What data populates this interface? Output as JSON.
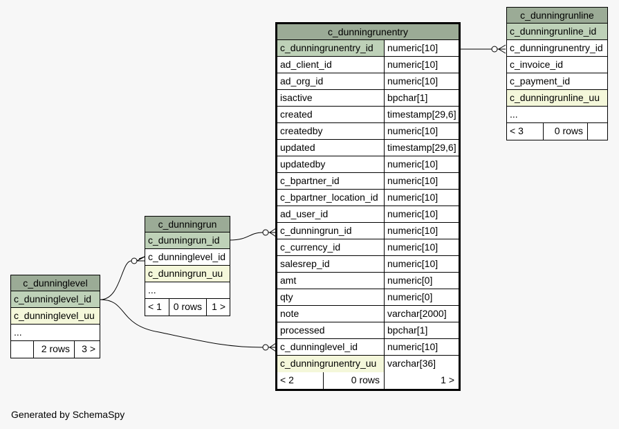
{
  "footer": "Generated by SchemaSpy",
  "tables": {
    "entry": {
      "name": "c_dunningrunentry",
      "columns": [
        {
          "name": "c_dunningrunentry_id",
          "type": "numeric[10]"
        },
        {
          "name": "ad_client_id",
          "type": "numeric[10]"
        },
        {
          "name": "ad_org_id",
          "type": "numeric[10]"
        },
        {
          "name": "isactive",
          "type": "bpchar[1]"
        },
        {
          "name": "created",
          "type": "timestamp[29,6]"
        },
        {
          "name": "createdby",
          "type": "numeric[10]"
        },
        {
          "name": "updated",
          "type": "timestamp[29,6]"
        },
        {
          "name": "updatedby",
          "type": "numeric[10]"
        },
        {
          "name": "c_bpartner_id",
          "type": "numeric[10]"
        },
        {
          "name": "c_bpartner_location_id",
          "type": "numeric[10]"
        },
        {
          "name": "ad_user_id",
          "type": "numeric[10]"
        },
        {
          "name": "c_dunningrun_id",
          "type": "numeric[10]"
        },
        {
          "name": "c_currency_id",
          "type": "numeric[10]"
        },
        {
          "name": "salesrep_id",
          "type": "numeric[10]"
        },
        {
          "name": "amt",
          "type": "numeric[0]"
        },
        {
          "name": "qty",
          "type": "numeric[0]"
        },
        {
          "name": "note",
          "type": "varchar[2000]"
        },
        {
          "name": "processed",
          "type": "bpchar[1]"
        },
        {
          "name": "c_dunninglevel_id",
          "type": "numeric[10]"
        },
        {
          "name": "c_dunningrunentry_uu",
          "type": "varchar[36]"
        }
      ],
      "footer": {
        "parents": "< 2",
        "rows": "0 rows",
        "children": "1 >"
      }
    },
    "line": {
      "name": "c_dunningrunline",
      "columns": [
        "c_dunningrunline_id",
        "c_dunningrunentry_id",
        "c_invoice_id",
        "c_payment_id",
        "c_dunningrunline_uu",
        "..."
      ],
      "footer": {
        "parents": "< 3",
        "rows": "0 rows",
        "children": ""
      }
    },
    "run": {
      "name": "c_dunningrun",
      "columns": [
        "c_dunningrun_id",
        "c_dunninglevel_id",
        "c_dunningrun_uu",
        "..."
      ],
      "footer": {
        "parents": "< 1",
        "rows": "0 rows",
        "children": "1 >"
      }
    },
    "level": {
      "name": "c_dunninglevel",
      "columns": [
        "c_dunninglevel_id",
        "c_dunninglevel_uu",
        "..."
      ],
      "footer": {
        "parents": "",
        "rows": "2 rows",
        "children": "3 >"
      }
    }
  },
  "colors": {
    "header": "#9bab96",
    "primary_key": "#bed1b8",
    "unique": "#f4f7da",
    "background": "#f7f7f7"
  }
}
